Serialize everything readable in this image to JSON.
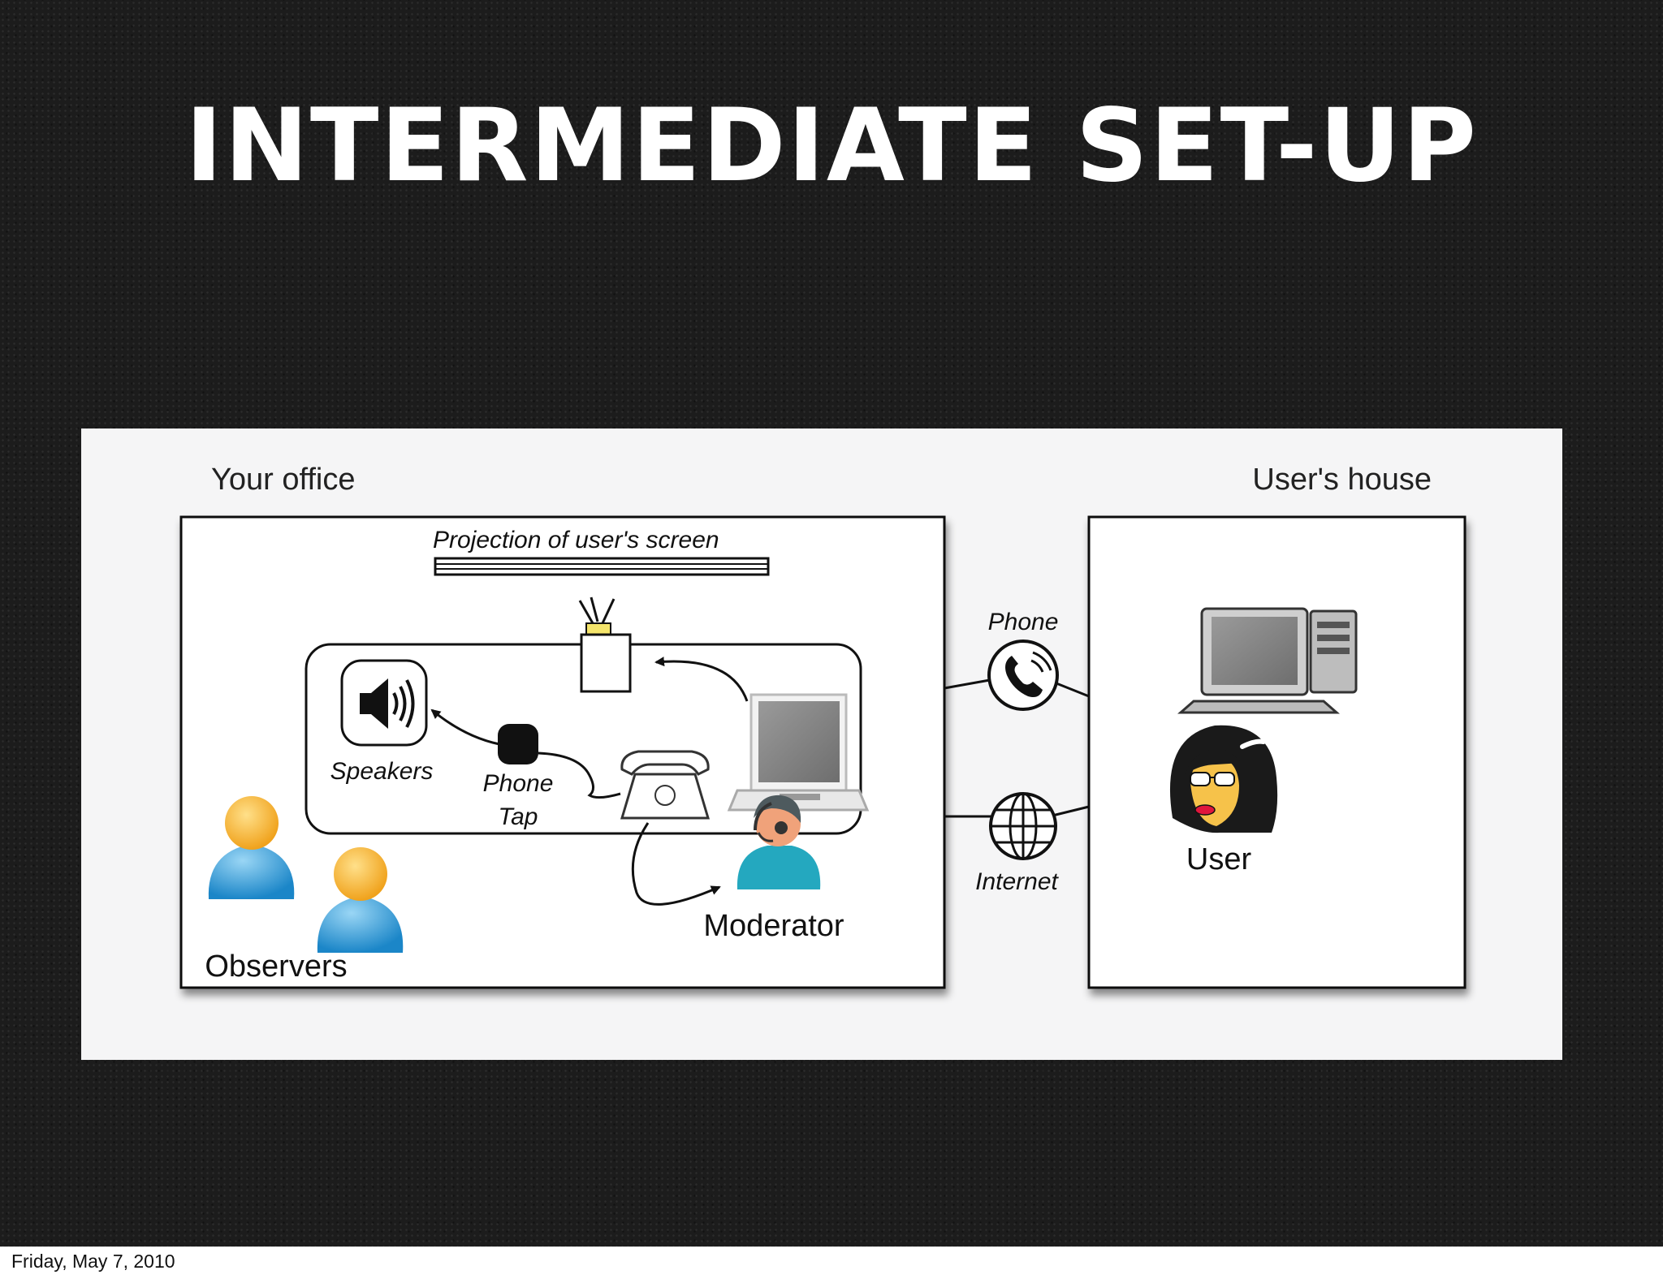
{
  "slide": {
    "title": "INTERMEDIATE SET-UP",
    "footer_date": "Friday, May 7, 2010"
  },
  "diagram": {
    "office": {
      "label": "Your office",
      "projection_label": "Projection of user's screen",
      "speakers_label": "Speakers",
      "phone_tap_label_line1": "Phone",
      "phone_tap_label_line2": "Tap",
      "moderator_label": "Moderator",
      "observers_label": "Observers"
    },
    "links": {
      "phone_label": "Phone",
      "internet_label": "Internet"
    },
    "house": {
      "label": "User's house",
      "user_label": "User"
    },
    "icons": [
      "speaker-icon",
      "projector-icon",
      "laptop-icon",
      "desk-phone-icon",
      "phone-tap-icon",
      "moderator-headset-icon",
      "observer-icon",
      "phone-handset-icon",
      "globe-icon",
      "desktop-computer-icon",
      "user-avatar-icon"
    ],
    "colors": {
      "observer_head": "#f5b12c",
      "observer_body": "#3fa2dc",
      "moderator_body": "#24a8bf",
      "user_lips": "#e0163c",
      "user_face": "#f6c24a"
    }
  }
}
